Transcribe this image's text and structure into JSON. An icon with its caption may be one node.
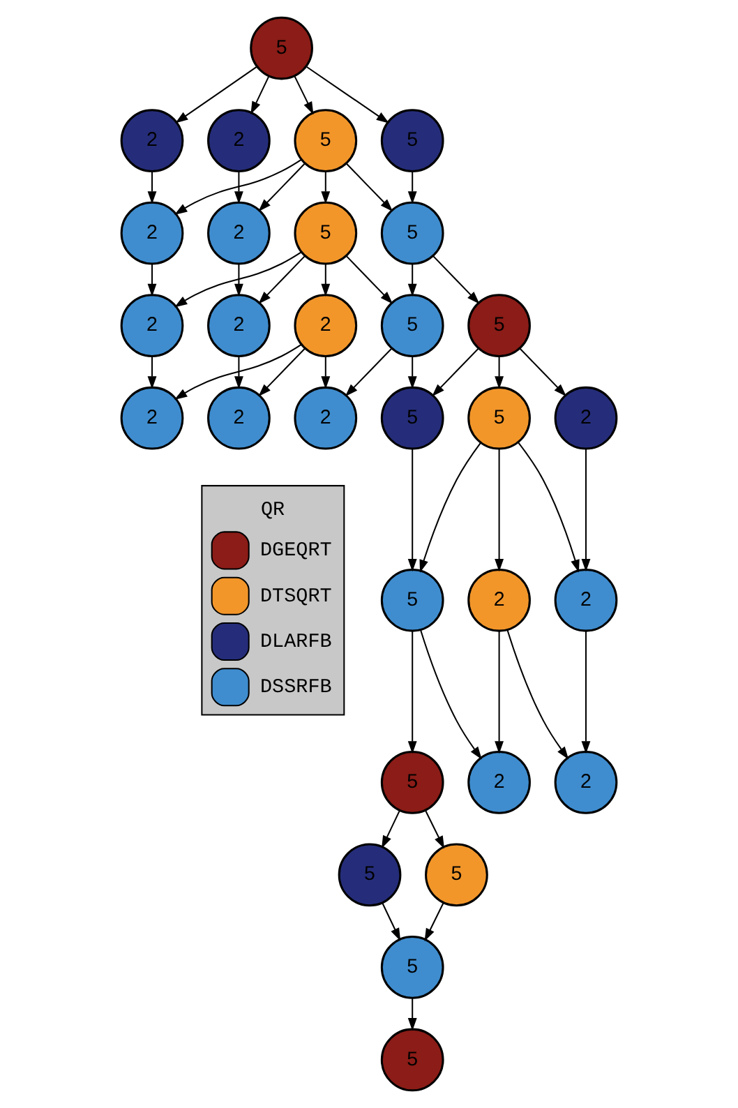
{
  "diagram": {
    "nodes": [
      {
        "text": [
          "5"
        ]
      },
      {
        "text": [
          "2"
        ]
      },
      {
        "text": [
          "2"
        ]
      },
      {
        "text": [
          "5"
        ]
      },
      {
        "text": [
          "5"
        ]
      },
      {
        "text": [
          "2"
        ]
      },
      {
        "text": [
          "2"
        ]
      },
      {
        "text": [
          "5"
        ]
      },
      {
        "text": [
          "5"
        ]
      },
      {
        "text": [
          "2"
        ]
      },
      {
        "text": [
          "2"
        ]
      },
      {
        "text": [
          "2"
        ]
      },
      {
        "text": [
          "5"
        ]
      },
      {
        "text": [
          "5"
        ]
      },
      {
        "text": [
          "2"
        ]
      },
      {
        "text": [
          "2"
        ]
      },
      {
        "text": [
          "2"
        ]
      },
      {
        "text": [
          "5"
        ]
      },
      {
        "text": [
          "5"
        ]
      },
      {
        "text": [
          "2"
        ]
      },
      {
        "text": [
          "5"
        ]
      },
      {
        "text": [
          "2"
        ]
      },
      {
        "text": [
          "2"
        ]
      },
      {
        "text": [
          "5"
        ]
      },
      {
        "text": [
          "2"
        ]
      },
      {
        "text": [
          "2"
        ]
      },
      {
        "text": [
          "5"
        ]
      },
      {
        "text": [
          "5"
        ]
      },
      {
        "text": [
          "5"
        ]
      },
      {
        "text": [
          "5"
        ]
      }
    ],
    "edges": [
      {
        "from": 0,
        "to": 1,
        "arrow": "to"
      },
      {
        "from": 0,
        "to": 2,
        "arrow": "to"
      },
      {
        "from": 0,
        "to": 3,
        "arrow": "to"
      },
      {
        "from": 0,
        "to": 4,
        "arrow": "to"
      },
      {
        "from": 1,
        "to": 5,
        "arrow": "to"
      },
      {
        "from": 2,
        "to": 6,
        "arrow": "to"
      },
      {
        "from": 3,
        "to": 5,
        "arrow": "to"
      },
      {
        "from": 3,
        "to": 6,
        "arrow": "to"
      },
      {
        "from": 3,
        "to": 7,
        "arrow": "to"
      },
      {
        "from": 3,
        "to": 8,
        "arrow": "to"
      },
      {
        "from": 4,
        "to": 8,
        "arrow": "to"
      },
      {
        "from": 5,
        "to": 9,
        "arrow": "to"
      },
      {
        "from": 6,
        "to": 10,
        "arrow": "to"
      },
      {
        "from": 7,
        "to": 9,
        "arrow": "to"
      },
      {
        "from": 7,
        "to": 10,
        "arrow": "to"
      },
      {
        "from": 7,
        "to": 11,
        "arrow": "to"
      },
      {
        "from": 7,
        "to": 12,
        "arrow": "to"
      },
      {
        "from": 8,
        "to": 12,
        "arrow": "to"
      },
      {
        "from": 8,
        "to": 13,
        "arrow": "to"
      },
      {
        "from": 9,
        "to": 14,
        "arrow": "to"
      },
      {
        "from": 10,
        "to": 15,
        "arrow": "to"
      },
      {
        "from": 11,
        "to": 14,
        "arrow": "to"
      },
      {
        "from": 11,
        "to": 15,
        "arrow": "to"
      },
      {
        "from": 11,
        "to": 16,
        "arrow": "to"
      },
      {
        "from": 12,
        "to": 16,
        "arrow": "to"
      },
      {
        "from": 12,
        "to": 17,
        "arrow": "to"
      },
      {
        "from": 13,
        "to": 17,
        "arrow": "to"
      },
      {
        "from": 13,
        "to": 18,
        "arrow": "to"
      },
      {
        "from": 13,
        "to": 19,
        "arrow": "to"
      },
      {
        "from": 17,
        "to": 20,
        "arrow": "to"
      },
      {
        "from": 18,
        "to": 20,
        "arrow": "to"
      },
      {
        "from": 18,
        "to": 21,
        "arrow": "to"
      },
      {
        "from": 18,
        "to": 22,
        "arrow": "to"
      },
      {
        "from": 19,
        "to": 22,
        "arrow": "to"
      },
      {
        "from": 20,
        "to": 23,
        "arrow": "to"
      },
      {
        "from": 20,
        "to": 24,
        "arrow": "to"
      },
      {
        "from": 21,
        "to": 24,
        "arrow": "to"
      },
      {
        "from": 21,
        "to": 25,
        "arrow": "to"
      },
      {
        "from": 22,
        "to": 25,
        "arrow": "to"
      },
      {
        "from": 23,
        "to": 26,
        "arrow": "to"
      },
      {
        "from": 23,
        "to": 27,
        "arrow": "to"
      },
      {
        "from": 26,
        "to": 28,
        "arrow": "to"
      },
      {
        "from": 27,
        "to": 28,
        "arrow": "to"
      },
      {
        "from": 28,
        "to": 29,
        "arrow": "to"
      }
    ],
    "labels": [
      "QR"
    ],
    "legend": [
      {
        "text": "DGEQRT",
        "color": "#8b1c17"
      },
      {
        "text": "DTSQRT",
        "color": "#f2962a"
      },
      {
        "text": "DLARFB",
        "color": "#252d7a"
      },
      {
        "text": "DSSRFB",
        "color": "#3f8dcf"
      }
    ]
  }
}
